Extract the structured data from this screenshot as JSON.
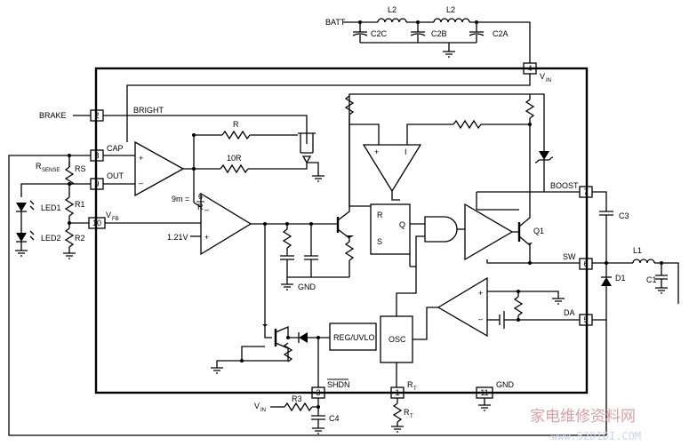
{
  "external": {
    "batt": "BATT",
    "brake": "BRAKE",
    "rsense": "R",
    "rsense_sub": "SENSE",
    "rs": "RS",
    "r1": "R1",
    "r2": "R2",
    "led1": "LED1",
    "led2": "LED2",
    "c2c": "C2C",
    "c2b": "C2B",
    "c2a": "C2A",
    "l2a": "L2",
    "l2b": "L2",
    "c3": "C3",
    "l1": "L1",
    "c1": "C1",
    "d1": "D1",
    "vin": "V",
    "vin_sub": "IN",
    "r3": "R3",
    "c4": "C4",
    "rt": "R",
    "rt_sub": "T"
  },
  "pins": {
    "p2": "2",
    "p8": "8",
    "p9": "9",
    "p10": "10",
    "p4": "4",
    "p7": "7",
    "p6": "6",
    "p5": "5",
    "p3": "3",
    "p1": "1",
    "p11": "11"
  },
  "pin_names": {
    "bright": "BRIGHT",
    "cap": "CAP",
    "out": "OUT",
    "vfb": "V",
    "vfb_sub": "FB",
    "vin": "V",
    "vin_sub": "IN",
    "boost": "BOOST",
    "sw": "SW",
    "da": "DA",
    "shdn": "SHDN",
    "rt": "R",
    "rt_sub": "T",
    "gnd": "GND"
  },
  "internal": {
    "r": "R",
    "r10": "10R",
    "gm": "9m = ",
    "gm_num": "6",
    "gm_den": "R",
    "ref": "1.21V",
    "gnd": "GND",
    "latch_r": "R",
    "latch_q": "Q",
    "latch_s": "S",
    "q1": "Q1",
    "reg": "REG/UVLO",
    "osc": "OSC",
    "plus": "+",
    "minus": "–",
    "i": "I"
  },
  "watermark": {
    "cn": "家电维修资料网",
    "url": "www.52DIDI.COM"
  }
}
